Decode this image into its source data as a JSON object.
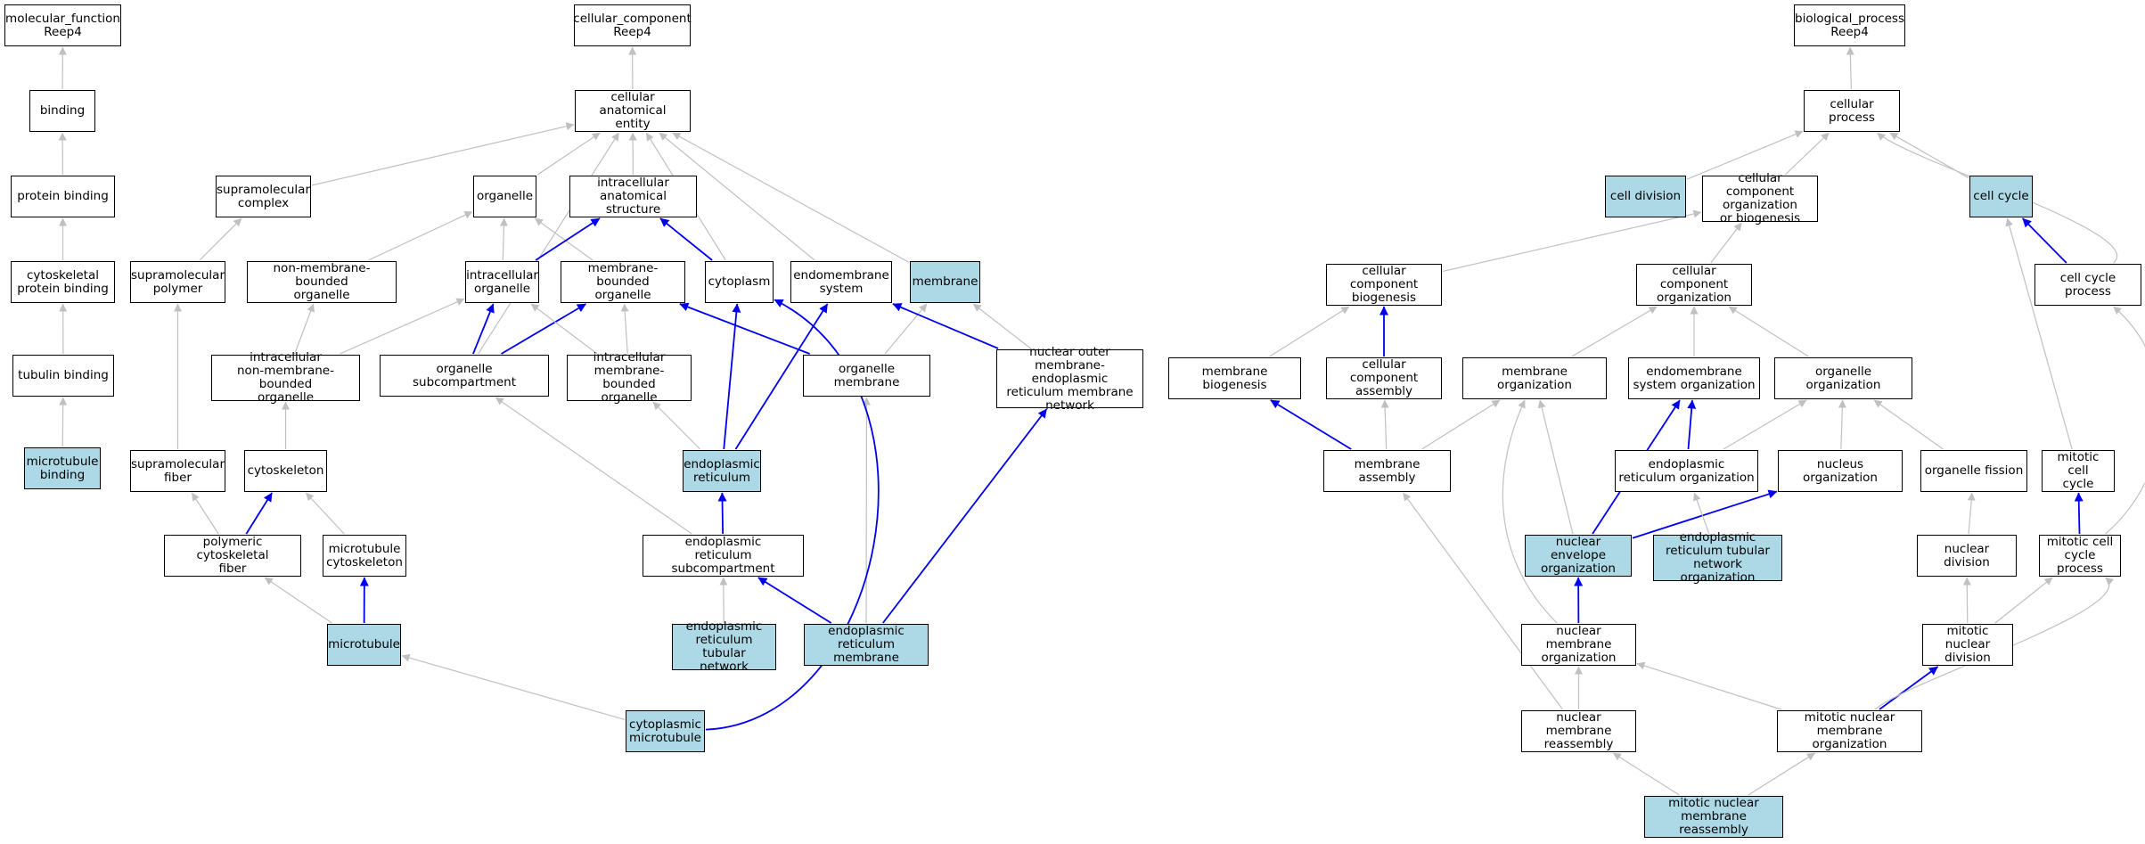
{
  "colors": {
    "highlight_fill": "#add8e6",
    "edge_gray": "#c0c0c0",
    "edge_blue": "#0000ee"
  },
  "nodes": {
    "mf_root": {
      "label": "molecular_function\nReep4",
      "highlighted": false
    },
    "binding": {
      "label": "binding",
      "highlighted": false
    },
    "protein_binding": {
      "label": "protein binding",
      "highlighted": false
    },
    "cytoskeletal_protein_binding": {
      "label": "cytoskeletal\nprotein binding",
      "highlighted": false
    },
    "tubulin_binding": {
      "label": "tubulin binding",
      "highlighted": false
    },
    "microtubule_binding": {
      "label": "microtubule\nbinding",
      "highlighted": true
    },
    "cc_root": {
      "label": "cellular_component\nReep4",
      "highlighted": false
    },
    "cellular_anatomical_entity": {
      "label": "cellular anatomical\nentity",
      "highlighted": false
    },
    "supramolecular_complex": {
      "label": "supramolecular\ncomplex",
      "highlighted": false
    },
    "organelle": {
      "label": "organelle",
      "highlighted": false
    },
    "intracellular_anatomical_structure": {
      "label": "intracellular\nanatomical structure",
      "highlighted": false
    },
    "supramolecular_polymer": {
      "label": "supramolecular\npolymer",
      "highlighted": false
    },
    "non_membrane_bounded_organelle": {
      "label": "non-membrane-bounded\norganelle",
      "highlighted": false
    },
    "intracellular_organelle": {
      "label": "intracellular\norganelle",
      "highlighted": false
    },
    "membrane_bounded_organelle": {
      "label": "membrane-bounded\norganelle",
      "highlighted": false
    },
    "cytoplasm": {
      "label": "cytoplasm",
      "highlighted": false
    },
    "endomembrane_system": {
      "label": "endomembrane\nsystem",
      "highlighted": false
    },
    "membrane": {
      "label": "membrane",
      "highlighted": true
    },
    "intracellular_nmb_organelle": {
      "label": "intracellular\nnon-membrane-bounded\norganelle",
      "highlighted": false
    },
    "organelle_subcompartment": {
      "label": "organelle subcompartment",
      "highlighted": false
    },
    "intracellular_mb_organelle": {
      "label": "intracellular\nmembrane-bounded\norganelle",
      "highlighted": false
    },
    "organelle_membrane": {
      "label": "organelle membrane",
      "highlighted": false
    },
    "nuclear_outer_membrane_er_network": {
      "label": "nuclear outer\nmembrane-endoplasmic\nreticulum membrane\nnetwork",
      "highlighted": false
    },
    "supramolecular_fiber": {
      "label": "supramolecular\nfiber",
      "highlighted": false
    },
    "cytoskeleton": {
      "label": "cytoskeleton",
      "highlighted": false
    },
    "endoplasmic_reticulum": {
      "label": "endoplasmic\nreticulum",
      "highlighted": true
    },
    "polymeric_cytoskeletal_fiber": {
      "label": "polymeric cytoskeletal\nfiber",
      "highlighted": false
    },
    "microtubule_cytoskeleton": {
      "label": "microtubule\ncytoskeleton",
      "highlighted": false
    },
    "er_subcompartment": {
      "label": "endoplasmic\nreticulum subcompartment",
      "highlighted": false
    },
    "microtubule": {
      "label": "microtubule",
      "highlighted": true
    },
    "er_tubular_network": {
      "label": "endoplasmic\nreticulum tubular\nnetwork",
      "highlighted": true
    },
    "er_membrane": {
      "label": "endoplasmic\nreticulum membrane",
      "highlighted": true
    },
    "cytoplasmic_microtubule": {
      "label": "cytoplasmic\nmicrotubule",
      "highlighted": true
    },
    "bp_root": {
      "label": "biological_process\nReep4",
      "highlighted": false
    },
    "cellular_process": {
      "label": "cellular process",
      "highlighted": false
    },
    "cell_division": {
      "label": "cell division",
      "highlighted": true
    },
    "cc_org_or_biogenesis": {
      "label": "cellular component\norganization\nor biogenesis",
      "highlighted": false
    },
    "cell_cycle": {
      "label": "cell cycle",
      "highlighted": true
    },
    "cc_biogenesis": {
      "label": "cellular component\nbiogenesis",
      "highlighted": false
    },
    "cc_organization": {
      "label": "cellular component\norganization",
      "highlighted": false
    },
    "cell_cycle_process": {
      "label": "cell cycle process",
      "highlighted": false
    },
    "membrane_biogenesis": {
      "label": "membrane biogenesis",
      "highlighted": false
    },
    "cc_assembly": {
      "label": "cellular component\nassembly",
      "highlighted": false
    },
    "membrane_organization": {
      "label": "membrane organization",
      "highlighted": false
    },
    "endomembrane_system_org": {
      "label": "endomembrane\nsystem organization",
      "highlighted": false
    },
    "organelle_organization": {
      "label": "organelle organization",
      "highlighted": false
    },
    "membrane_assembly": {
      "label": "membrane assembly",
      "highlighted": false
    },
    "er_organization": {
      "label": "endoplasmic\nreticulum organization",
      "highlighted": false
    },
    "nucleus_organization": {
      "label": "nucleus organization",
      "highlighted": false
    },
    "organelle_fission": {
      "label": "organelle fission",
      "highlighted": false
    },
    "mitotic_cell_cycle": {
      "label": "mitotic cell\ncycle",
      "highlighted": false
    },
    "nuclear_envelope_org": {
      "label": "nuclear envelope\norganization",
      "highlighted": true
    },
    "er_tubular_network_org": {
      "label": "endoplasmic\nreticulum tubular\nnetwork organization",
      "highlighted": true
    },
    "nuclear_division": {
      "label": "nuclear division",
      "highlighted": false
    },
    "mitotic_cell_cycle_process": {
      "label": "mitotic cell\ncycle process",
      "highlighted": false
    },
    "nuclear_membrane_org": {
      "label": "nuclear membrane\norganization",
      "highlighted": false
    },
    "mitotic_nuclear_division": {
      "label": "mitotic nuclear\ndivision",
      "highlighted": false
    },
    "nuclear_membrane_reassembly": {
      "label": "nuclear membrane\nreassembly",
      "highlighted": false
    },
    "mitotic_nuclear_membrane_org": {
      "label": "mitotic nuclear\nmembrane organization",
      "highlighted": false
    },
    "mitotic_nuclear_membrane_reassembly": {
      "label": "mitotic nuclear\nmembrane reassembly",
      "highlighted": true
    }
  },
  "edges": [
    {
      "from": "binding",
      "to": "mf_root",
      "type": "gray"
    },
    {
      "from": "protein_binding",
      "to": "binding",
      "type": "gray"
    },
    {
      "from": "cytoskeletal_protein_binding",
      "to": "protein_binding",
      "type": "gray"
    },
    {
      "from": "tubulin_binding",
      "to": "cytoskeletal_protein_binding",
      "type": "gray"
    },
    {
      "from": "microtubule_binding",
      "to": "tubulin_binding",
      "type": "gray"
    },
    {
      "from": "cellular_anatomical_entity",
      "to": "cc_root",
      "type": "gray"
    },
    {
      "from": "supramolecular_complex",
      "to": "cellular_anatomical_entity",
      "type": "gray"
    },
    {
      "from": "organelle",
      "to": "cellular_anatomical_entity",
      "type": "gray"
    },
    {
      "from": "intracellular_anatomical_structure",
      "to": "cellular_anatomical_entity",
      "type": "gray"
    },
    {
      "from": "organelle_subcompartment",
      "to": "cellular_anatomical_entity",
      "type": "gray"
    },
    {
      "from": "cytoplasm",
      "to": "cellular_anatomical_entity",
      "type": "gray"
    },
    {
      "from": "endomembrane_system",
      "to": "cellular_anatomical_entity",
      "type": "gray"
    },
    {
      "from": "membrane",
      "to": "cellular_anatomical_entity",
      "type": "gray"
    },
    {
      "from": "supramolecular_polymer",
      "to": "supramolecular_complex",
      "type": "gray"
    },
    {
      "from": "non_membrane_bounded_organelle",
      "to": "organelle",
      "type": "gray"
    },
    {
      "from": "intracellular_organelle",
      "to": "organelle",
      "type": "gray"
    },
    {
      "from": "membrane_bounded_organelle",
      "to": "organelle",
      "type": "gray"
    },
    {
      "from": "intracellular_organelle",
      "to": "intracellular_anatomical_structure",
      "type": "blue"
    },
    {
      "from": "cytoplasm",
      "to": "intracellular_anatomical_structure",
      "type": "blue"
    },
    {
      "from": "intracellular_nmb_organelle",
      "to": "non_membrane_bounded_organelle",
      "type": "gray"
    },
    {
      "from": "intracellular_nmb_organelle",
      "to": "intracellular_organelle",
      "type": "gray"
    },
    {
      "from": "organelle_subcompartment",
      "to": "intracellular_organelle",
      "type": "blue"
    },
    {
      "from": "organelle_subcompartment",
      "to": "membrane_bounded_organelle",
      "type": "blue"
    },
    {
      "from": "intracellular_mb_organelle",
      "to": "intracellular_organelle",
      "type": "gray"
    },
    {
      "from": "intracellular_mb_organelle",
      "to": "membrane_bounded_organelle",
      "type": "gray"
    },
    {
      "from": "organelle_membrane",
      "to": "membrane_bounded_organelle",
      "type": "blue"
    },
    {
      "from": "organelle_membrane",
      "to": "membrane",
      "type": "gray"
    },
    {
      "from": "nuclear_outer_membrane_er_network",
      "to": "membrane",
      "type": "gray"
    },
    {
      "from": "nuclear_outer_membrane_er_network",
      "to": "endomembrane_system",
      "type": "blue"
    },
    {
      "from": "supramolecular_fiber",
      "to": "supramolecular_polymer",
      "type": "gray"
    },
    {
      "from": "cytoskeleton",
      "to": "intracellular_nmb_organelle",
      "type": "gray"
    },
    {
      "from": "endoplasmic_reticulum",
      "to": "intracellular_mb_organelle",
      "type": "gray"
    },
    {
      "from": "endoplasmic_reticulum",
      "to": "cytoplasm",
      "type": "blue"
    },
    {
      "from": "endoplasmic_reticulum",
      "to": "endomembrane_system",
      "type": "blue"
    },
    {
      "from": "polymeric_cytoskeletal_fiber",
      "to": "supramolecular_fiber",
      "type": "gray"
    },
    {
      "from": "polymeric_cytoskeletal_fiber",
      "to": "cytoskeleton",
      "type": "blue"
    },
    {
      "from": "microtubule_cytoskeleton",
      "to": "cytoskeleton",
      "type": "gray"
    },
    {
      "from": "er_subcompartment",
      "to": "organelle_subcompartment",
      "type": "gray"
    },
    {
      "from": "er_subcompartment",
      "to": "endoplasmic_reticulum",
      "type": "blue"
    },
    {
      "from": "microtubule",
      "to": "polymeric_cytoskeletal_fiber",
      "type": "gray"
    },
    {
      "from": "microtubule",
      "to": "microtubule_cytoskeleton",
      "type": "blue"
    },
    {
      "from": "er_tubular_network",
      "to": "er_subcompartment",
      "type": "gray"
    },
    {
      "from": "er_membrane",
      "to": "er_subcompartment",
      "type": "blue"
    },
    {
      "from": "er_membrane",
      "to": "organelle_membrane",
      "type": "gray"
    },
    {
      "from": "er_membrane",
      "to": "nuclear_outer_membrane_er_network",
      "type": "blue"
    },
    {
      "from": "cytoplasmic_microtubule",
      "to": "microtubule",
      "type": "gray"
    },
    {
      "from": "cytoplasmic_microtubule",
      "to": "cytoplasm",
      "type": "blue",
      "curve": "far"
    },
    {
      "from": "cellular_process",
      "to": "bp_root",
      "type": "gray"
    },
    {
      "from": "cell_division",
      "to": "cellular_process",
      "type": "gray"
    },
    {
      "from": "cc_org_or_biogenesis",
      "to": "cellular_process",
      "type": "gray"
    },
    {
      "from": "cell_cycle",
      "to": "cellular_process",
      "type": "gray"
    },
    {
      "from": "cell_cycle_process",
      "to": "cellular_process",
      "type": "gray",
      "curve": "right"
    },
    {
      "from": "cell_cycle_process",
      "to": "cell_cycle",
      "type": "blue"
    },
    {
      "from": "cc_biogenesis",
      "to": "cc_org_or_biogenesis",
      "type": "gray"
    },
    {
      "from": "cc_organization",
      "to": "cc_org_or_biogenesis",
      "type": "gray"
    },
    {
      "from": "membrane_biogenesis",
      "to": "cc_biogenesis",
      "type": "gray"
    },
    {
      "from": "cc_assembly",
      "to": "cc_biogenesis",
      "type": "blue"
    },
    {
      "from": "membrane_organization",
      "to": "cc_organization",
      "type": "gray"
    },
    {
      "from": "endomembrane_system_org",
      "to": "cc_organization",
      "type": "gray"
    },
    {
      "from": "organelle_organization",
      "to": "cc_organization",
      "type": "gray"
    },
    {
      "from": "membrane_assembly",
      "to": "membrane_biogenesis",
      "type": "blue"
    },
    {
      "from": "membrane_assembly",
      "to": "cc_assembly",
      "type": "gray"
    },
    {
      "from": "membrane_assembly",
      "to": "membrane_organization",
      "type": "gray"
    },
    {
      "from": "er_organization",
      "to": "endomembrane_system_org",
      "type": "blue"
    },
    {
      "from": "er_organization",
      "to": "organelle_organization",
      "type": "gray"
    },
    {
      "from": "nucleus_organization",
      "to": "organelle_organization",
      "type": "gray"
    },
    {
      "from": "organelle_fission",
      "to": "organelle_organization",
      "type": "gray"
    },
    {
      "from": "nuclear_envelope_org",
      "to": "membrane_organization",
      "type": "gray"
    },
    {
      "from": "nuclear_envelope_org",
      "to": "endomembrane_system_org",
      "type": "blue"
    },
    {
      "from": "nuclear_envelope_org",
      "to": "nucleus_organization",
      "type": "blue"
    },
    {
      "from": "er_tubular_network_org",
      "to": "er_organization",
      "type": "gray"
    },
    {
      "from": "nuclear_division",
      "to": "organelle_fission",
      "type": "gray"
    },
    {
      "from": "mitotic_cell_cycle",
      "to": "cell_cycle",
      "type": "gray"
    },
    {
      "from": "mitotic_cell_cycle_process",
      "to": "mitotic_cell_cycle",
      "type": "blue"
    },
    {
      "from": "mitotic_cell_cycle_process",
      "to": "cell_cycle_process",
      "type": "gray",
      "curve": "right"
    },
    {
      "from": "nuclear_membrane_org",
      "to": "nuclear_envelope_org",
      "type": "blue"
    },
    {
      "from": "nuclear_membrane_org",
      "to": "membrane_organization",
      "type": "gray",
      "curve": "left"
    },
    {
      "from": "mitotic_nuclear_division",
      "to": "nuclear_division",
      "type": "gray"
    },
    {
      "from": "mitotic_nuclear_division",
      "to": "mitotic_cell_cycle_process",
      "type": "gray"
    },
    {
      "from": "nuclear_membrane_reassembly",
      "to": "nuclear_membrane_org",
      "type": "gray"
    },
    {
      "from": "nuclear_membrane_reassembly",
      "to": "membrane_assembly",
      "type": "gray"
    },
    {
      "from": "mitotic_nuclear_membrane_org",
      "to": "nuclear_membrane_org",
      "type": "gray"
    },
    {
      "from": "mitotic_nuclear_membrane_org",
      "to": "mitotic_nuclear_division",
      "type": "blue"
    },
    {
      "from": "mitotic_nuclear_membrane_org",
      "to": "mitotic_cell_cycle_process",
      "type": "gray",
      "curve": "right"
    },
    {
      "from": "mitotic_nuclear_membrane_reassembly",
      "to": "nuclear_membrane_reassembly",
      "type": "gray"
    },
    {
      "from": "mitotic_nuclear_membrane_reassembly",
      "to": "mitotic_nuclear_membrane_org",
      "type": "gray"
    }
  ]
}
